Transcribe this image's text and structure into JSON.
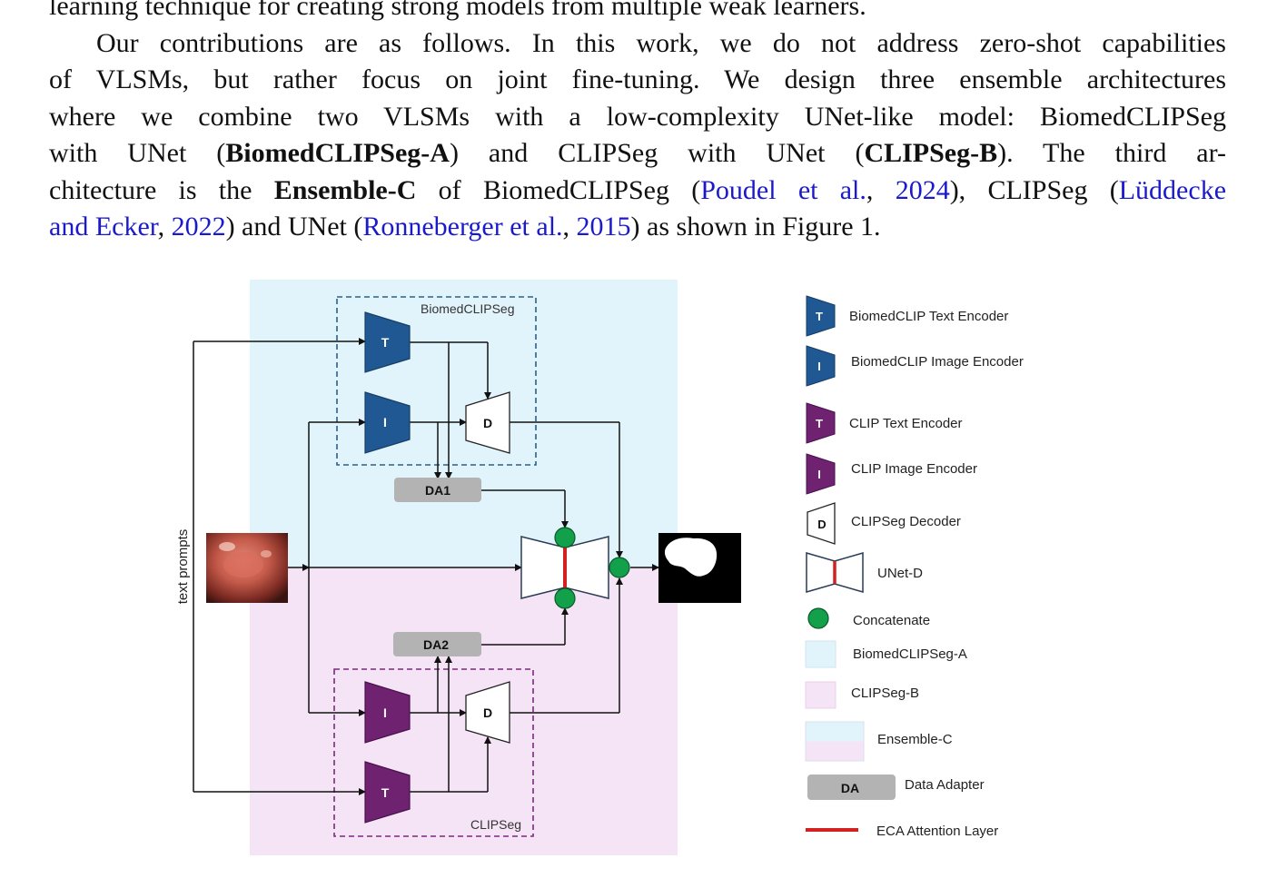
{
  "paragraph": {
    "line0": "learning technique for creating strong models from multiple weak learners.",
    "line1": "Our contributions are as follows. In this work, we do not address zero-shot capabilities",
    "line2": "of VLSMs, but rather focus on joint fine-tuning.  We design three ensemble architectures",
    "line3": "where we combine two VLSMs with a low-complexity UNet-like model: BiomedCLIPSeg",
    "line4": {
      "a": "with UNet (",
      "b": "BiomedCLIPSeg-A",
      "c": ") and CLIPSeg with UNet (",
      "d": "CLIPSeg-B",
      "e": "). The third ar-"
    },
    "line5": {
      "a": "chitecture is the ",
      "b": "Ensemble-C",
      "c": " of BiomedCLIPSeg (",
      "d": "Poudel et al.",
      "e": ", ",
      "f": "2024",
      "g": "), CLIPSeg (",
      "h": "Lüddecke"
    },
    "line6": {
      "a": "and Ecker",
      "b": ", ",
      "c": "2022",
      "d": ") and UNet (",
      "e": "Ronneberger et al.",
      "f": ", ",
      "g": "2015",
      "h": ") as shown in Figure 1."
    }
  },
  "diagram": {
    "top_box_label": "BiomedCLIPSeg",
    "bottom_box_label": "CLIPSeg",
    "side_label": "text prompts",
    "encoder_T": "T",
    "encoder_I": "I",
    "decoder": "D",
    "adapter1": "DA1",
    "adapter2": "DA2",
    "colors": {
      "biomed": "#1f5893",
      "clip": "#6e2270",
      "region_a": "#e2f4fb",
      "region_b": "#f5e4f5",
      "concat": "#12a04a",
      "eca": "#d42020",
      "adapter": "#b3b3b3"
    }
  },
  "legend": [
    {
      "icon": "biomed-text-encoder-icon",
      "label": "BiomedCLIP Text Encoder"
    },
    {
      "icon": "biomed-image-encoder-icon",
      "label": "BiomedCLIP Image Encoder"
    },
    {
      "icon": "clip-text-encoder-icon",
      "label": "CLIP Text Encoder"
    },
    {
      "icon": "clip-image-encoder-icon",
      "label": "CLIP Image Encoder"
    },
    {
      "icon": "clipseg-decoder-icon",
      "label": "CLIPSeg Decoder"
    },
    {
      "icon": "unet-d-icon",
      "label": "UNet-D"
    },
    {
      "icon": "concatenate-icon",
      "label": "Concatenate"
    },
    {
      "icon": "biomedclipseg-a-swatch-icon",
      "label": "BiomedCLIPSeg-A"
    },
    {
      "icon": "clipseg-b-swatch-icon",
      "label": "CLIPSeg-B"
    },
    {
      "icon": "ensemble-c-swatch-icon",
      "label": "Ensemble-C"
    },
    {
      "icon": "data-adapter-icon",
      "label": "Data Adapter",
      "badge": "DA"
    },
    {
      "icon": "eca-line-icon",
      "label": "ECA Attention Layer"
    }
  ]
}
